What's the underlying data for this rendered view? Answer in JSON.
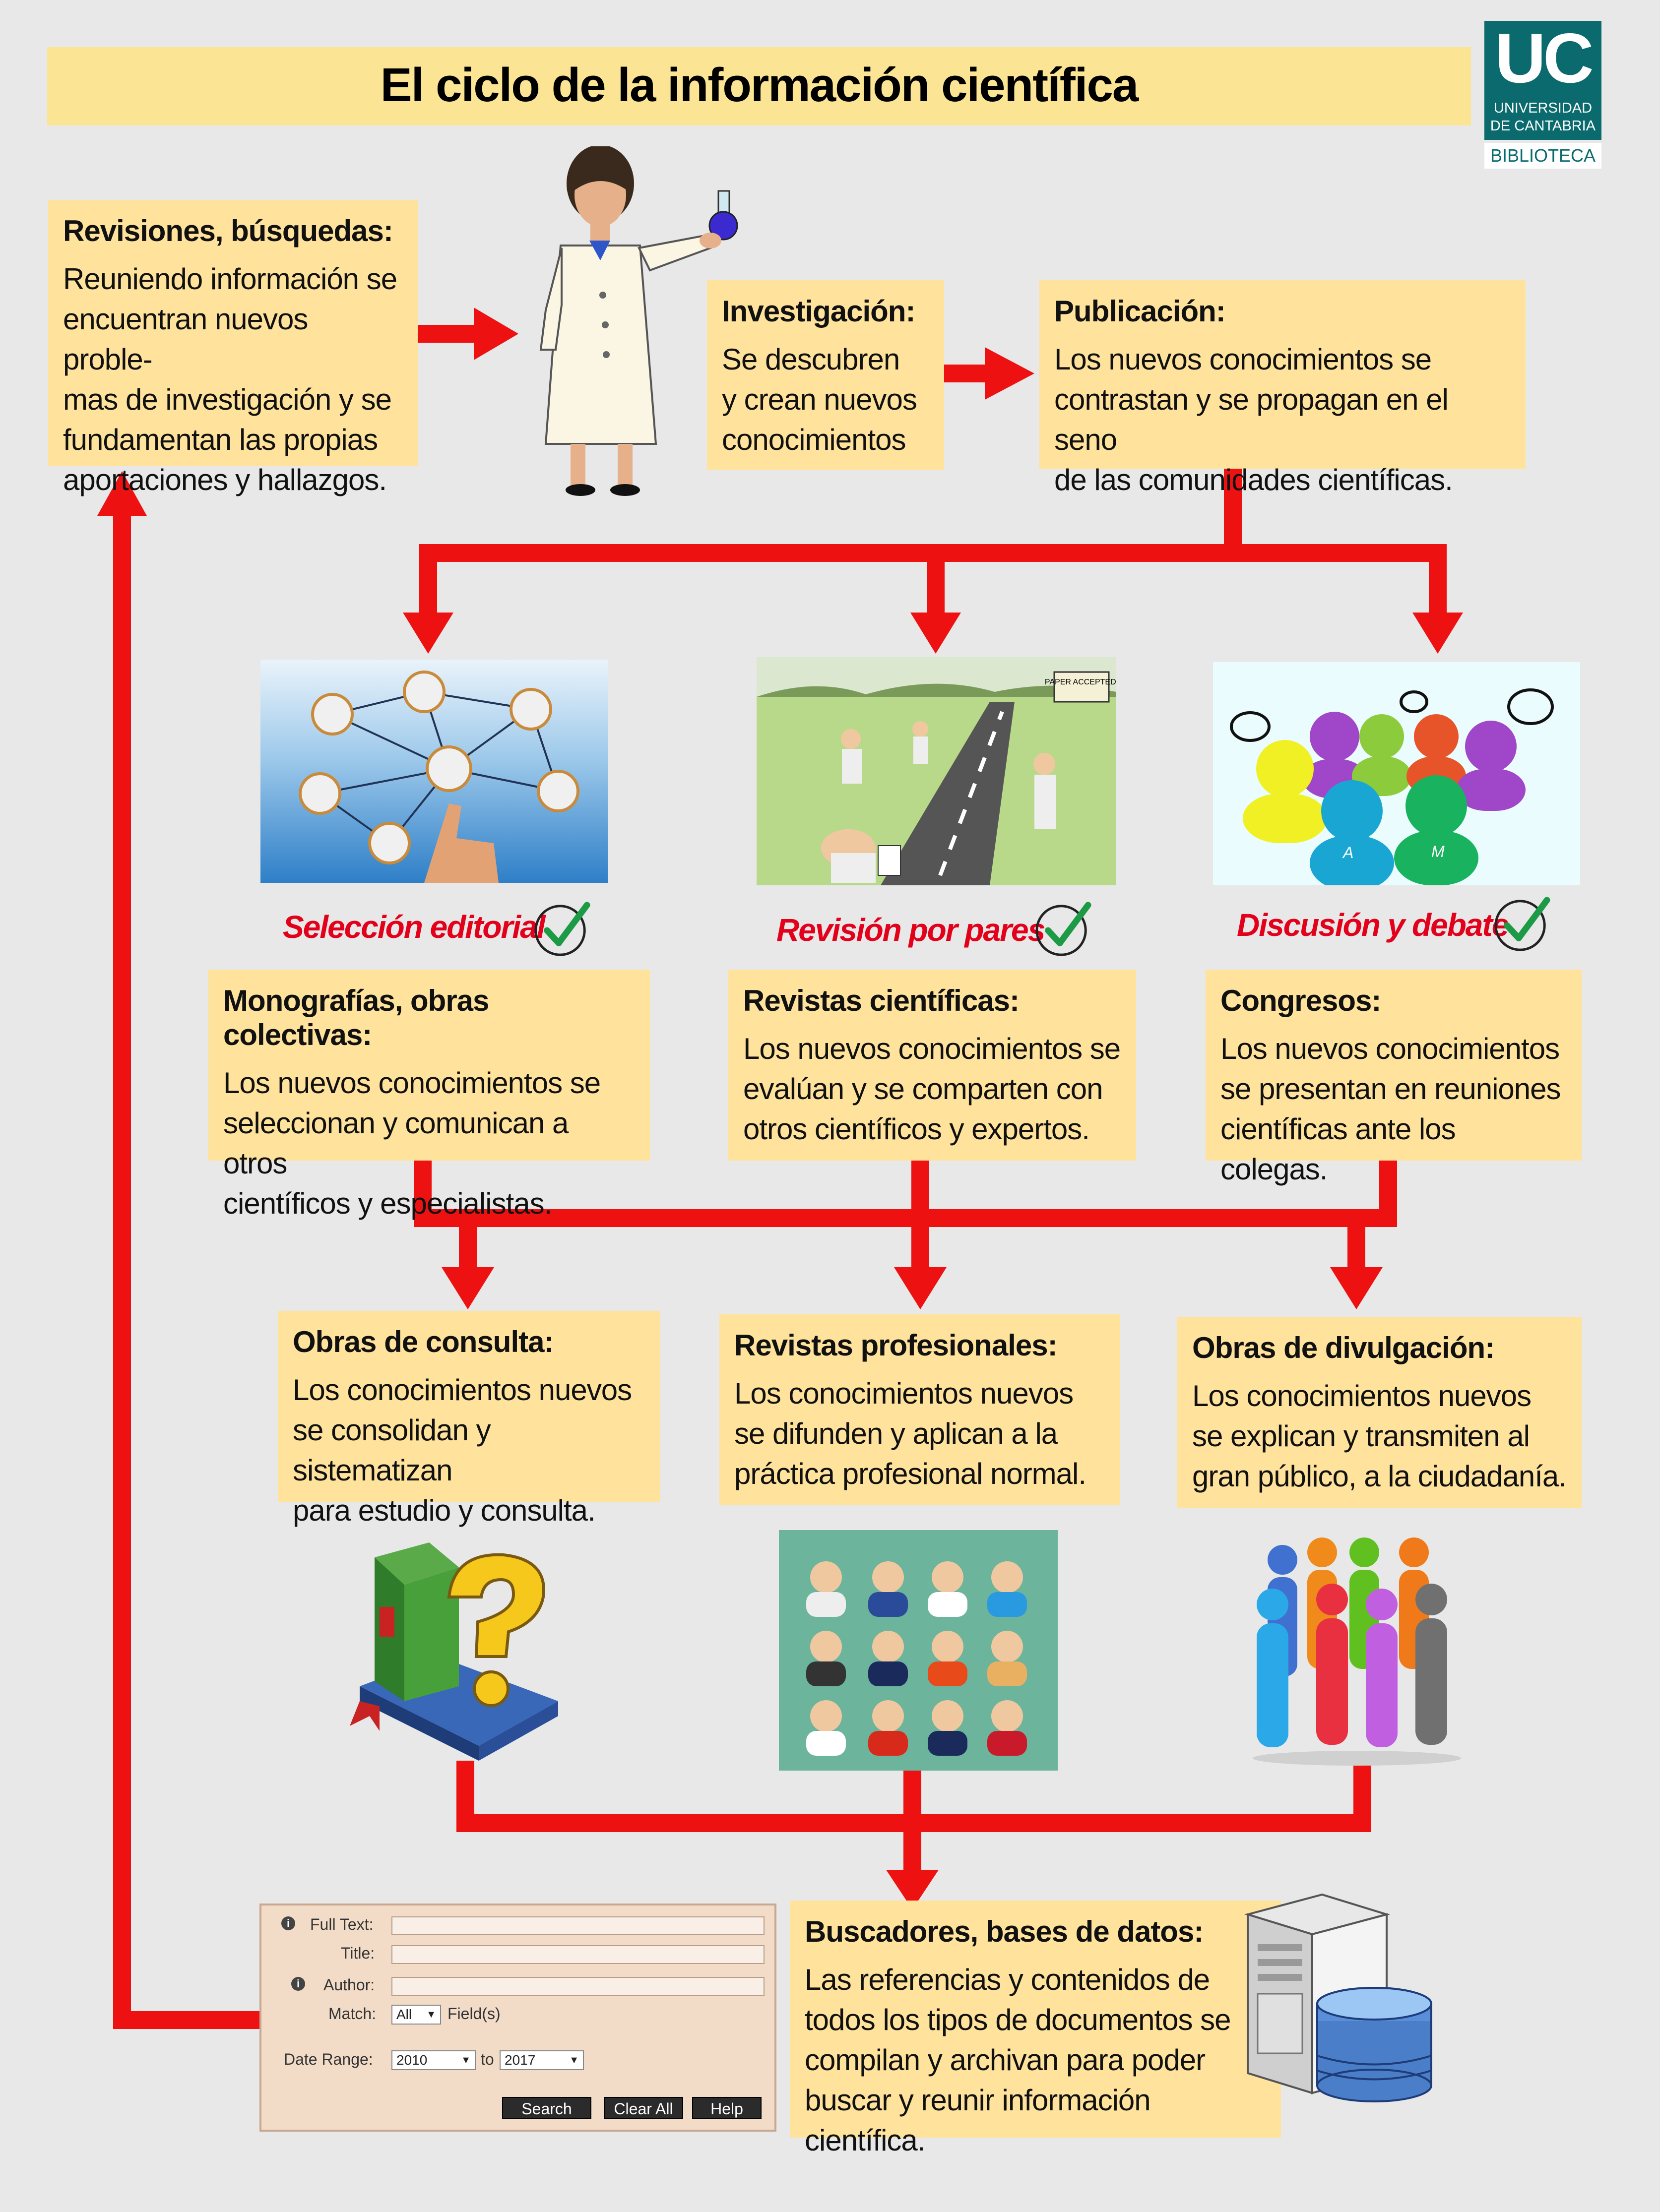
{
  "title": "El ciclo de la información científica",
  "logo": {
    "mark": "UC",
    "line1": "UNIVERSIDAD",
    "line2": "DE CANTABRIA",
    "badge": "BIBLIOTECA",
    "color": "#0a6a6e"
  },
  "colors": {
    "arrow": "#ee1111",
    "box": "#ffe39c",
    "label": "#e2001a"
  },
  "boxes": {
    "revisiones": {
      "heading": "Revisiones, búsquedas",
      "body": [
        "Reuniendo información se",
        "encuentran nuevos proble-",
        "mas de investigación y se",
        "fundamentan las propias",
        "aportaciones y hallazgos."
      ]
    },
    "investigacion": {
      "heading": "Investigación",
      "body": [
        "Se descubren",
        "y crean nuevos",
        "conocimientos"
      ]
    },
    "publicacion": {
      "heading": "Publicación",
      "body": [
        "Los nuevos conocimientos se",
        "contrastan y se propagan en el seno",
        "de las comunidades científicas."
      ]
    },
    "monografias": {
      "heading": "Monografías, obras colectivas",
      "body": [
        "Los nuevos conocimientos se",
        "seleccionan y comunican a otros",
        "científicos y especialistas."
      ]
    },
    "revistas": {
      "heading": "Revistas científicas",
      "body": [
        "Los nuevos conocimientos se",
        "evalúan y se comparten con",
        "otros científicos y expertos."
      ]
    },
    "congresos": {
      "heading": "Congresos",
      "body": [
        "Los nuevos conocimientos",
        "se presentan en reuniones",
        "científicas ante los colegas."
      ]
    },
    "consulta": {
      "heading": "Obras de consulta",
      "body": [
        "Los conocimientos nuevos",
        "se consolidan y sistematizan",
        "para estudio y consulta."
      ]
    },
    "profesionales": {
      "heading": "Revistas profesionales",
      "body": [
        "Los conocimientos nuevos",
        "se difunden y aplican a la",
        "práctica profesional normal."
      ]
    },
    "divulgacion": {
      "heading": "Obras de divulgación",
      "body": [
        "Los conocimientos nuevos",
        "se explican y transmiten al",
        "gran público, a la ciudadanía."
      ]
    },
    "buscadores": {
      "heading": "Buscadores, bases de datos",
      "body": [
        "Las referencias y contenidos de",
        "todos los tipos de documentos se",
        "compilan y archivan para poder",
        "buscar y reunir información científica."
      ]
    }
  },
  "labels": {
    "seleccion": "Selección editorial",
    "revision": "Revisión por pares",
    "discusion": "Discusión y debate"
  },
  "illustration": {
    "sign": "PAPER ACCEPTED!",
    "letters": [
      "A",
      "M"
    ]
  },
  "search_form": {
    "full_text": "Full Text:",
    "title": "Title:",
    "author": "Author:",
    "match": "Match:",
    "match_value": "All",
    "fields": "Field(s)",
    "date_range": "Date Range:",
    "from": "2010",
    "to_label": "to",
    "to": "2017",
    "search": "Search",
    "clear": "Clear All",
    "help": "Help"
  }
}
